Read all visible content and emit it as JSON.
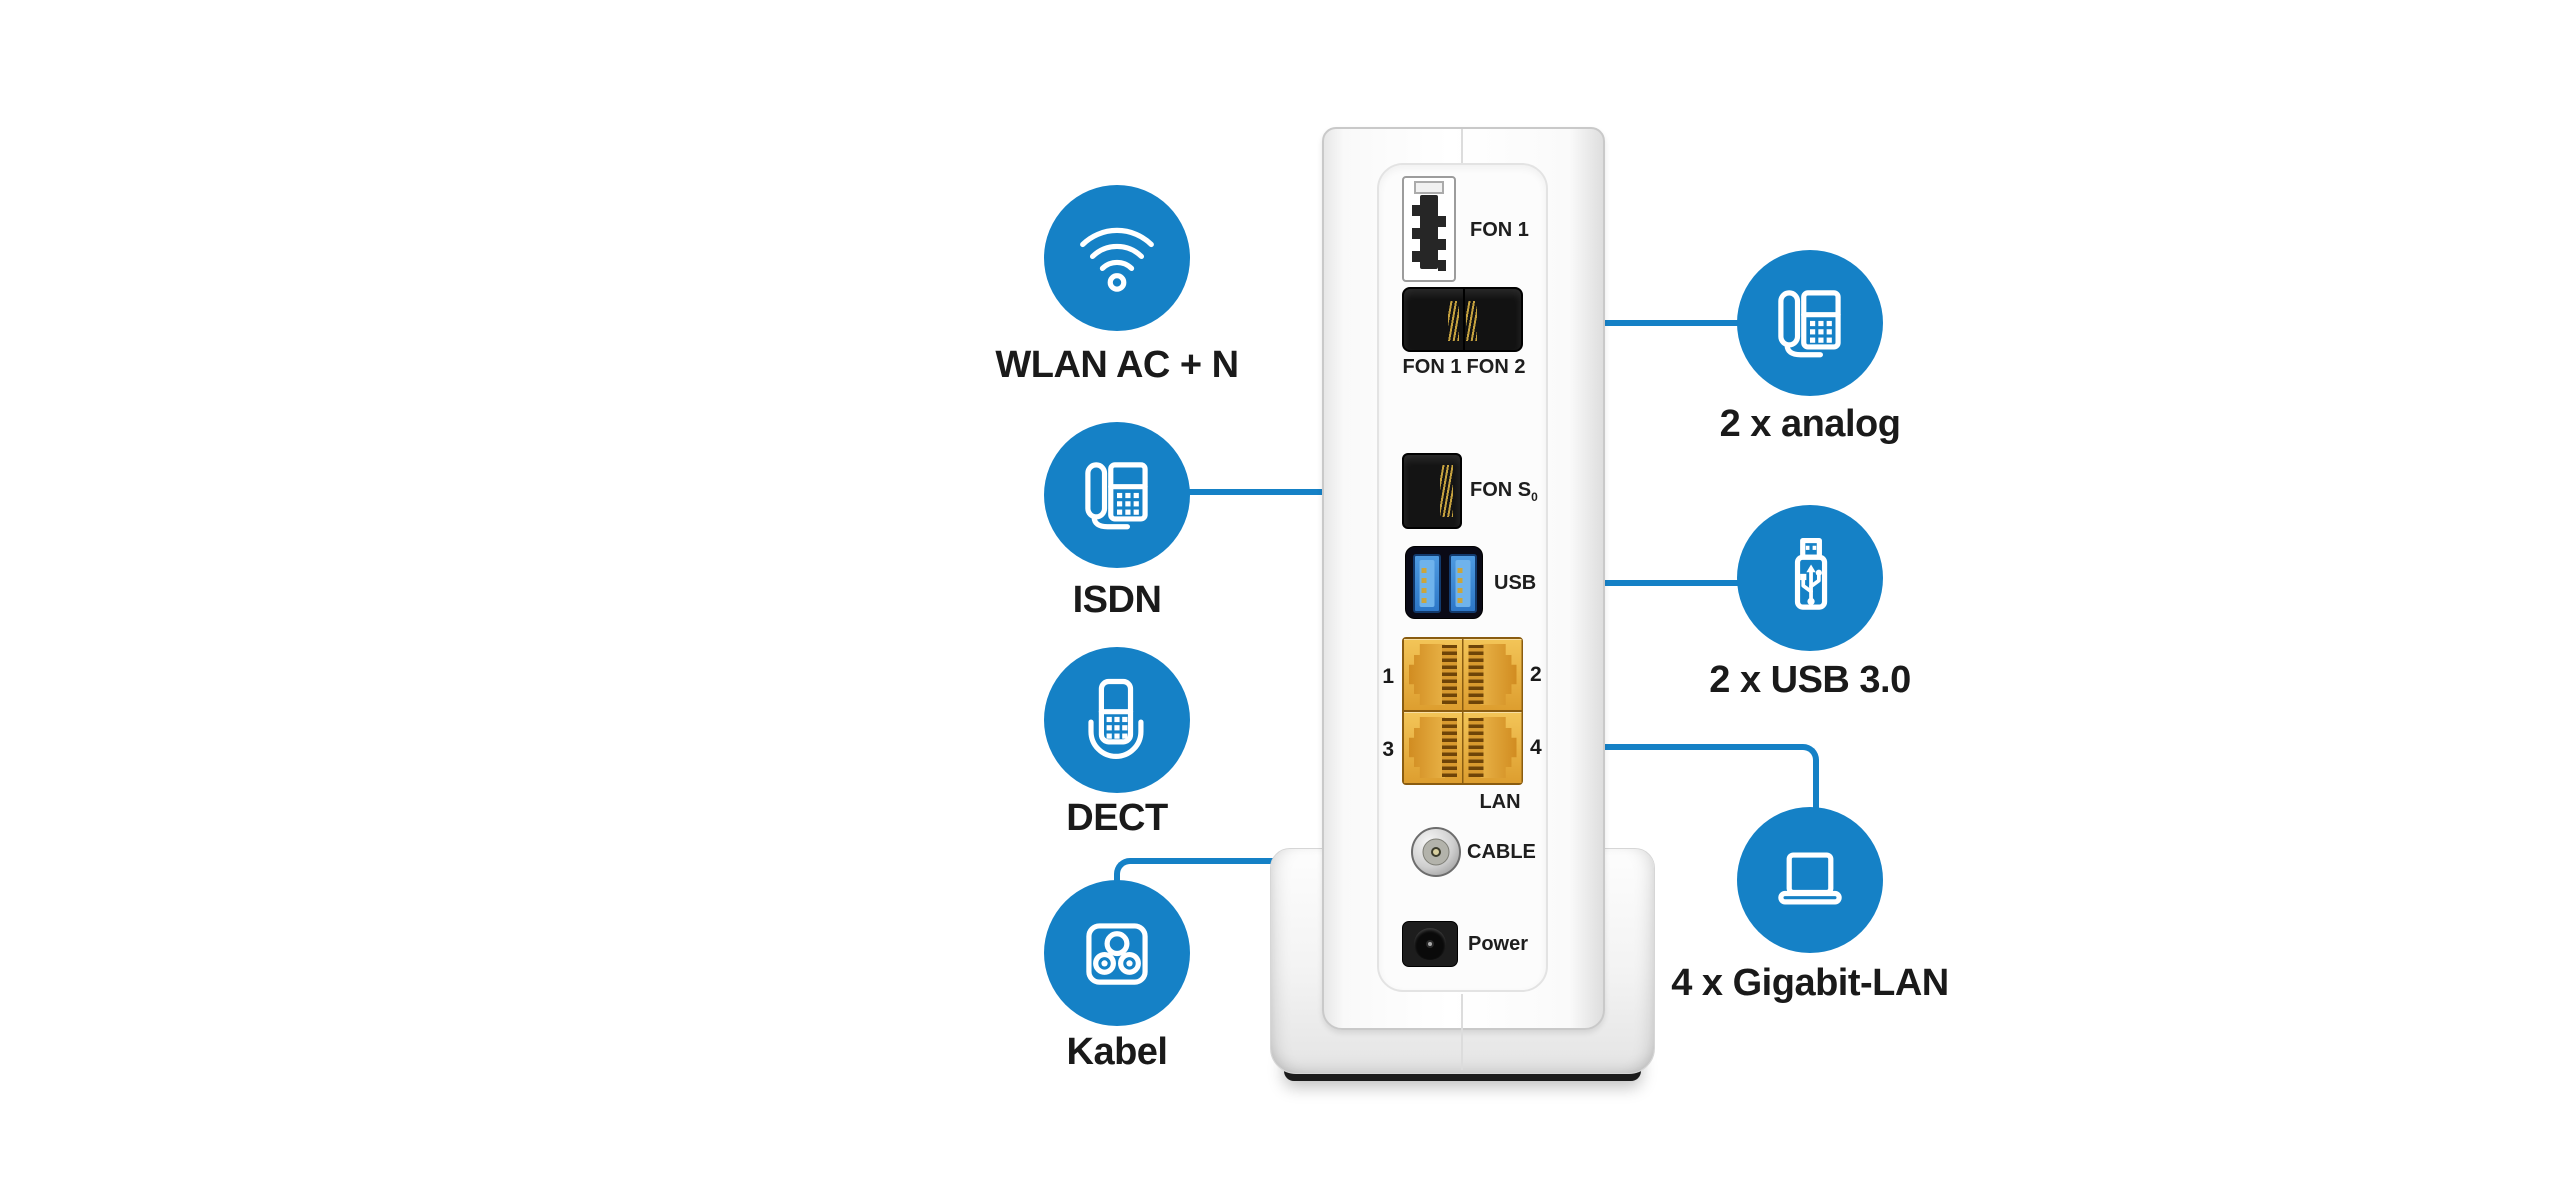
{
  "colors": {
    "accent": "#1581c6",
    "text": "#1a1a1a"
  },
  "left_features": [
    {
      "icon": "wifi-icon",
      "label": "WLAN AC + N"
    },
    {
      "icon": "desk-phone-icon",
      "label": "ISDN"
    },
    {
      "icon": "cordless-phone-icon",
      "label": "DECT"
    },
    {
      "icon": "coax-socket-icon",
      "label": "Kabel"
    }
  ],
  "right_features": [
    {
      "icon": "desk-phone-icon",
      "label": "2 x analog"
    },
    {
      "icon": "usb-stick-icon",
      "label": "2 x USB 3.0"
    },
    {
      "icon": "laptop-icon",
      "label": "4 x Gigabit-LAN"
    }
  ],
  "ports": {
    "tae_label": "FON 1",
    "rj11_left": "FON 1",
    "rj11_right": "FON 2",
    "s0_label": "FON S",
    "s0_sub": "0",
    "usb_label": "USB",
    "lan_1": "1",
    "lan_2": "2",
    "lan_3": "3",
    "lan_4": "4",
    "lan_label": "LAN",
    "cable_label": "CABLE",
    "power_label": "Power"
  }
}
